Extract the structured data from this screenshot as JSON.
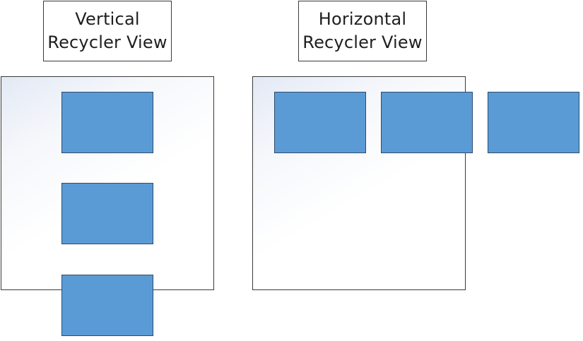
{
  "diagrams": {
    "vertical": {
      "title_line1": "Vertical",
      "title_line2": "Recycler View",
      "item_count": 3
    },
    "horizontal": {
      "title_line1": "Horizontal",
      "title_line2": "Recycler View",
      "item_count": 3
    }
  },
  "colors": {
    "item_fill": "#5b9bd5",
    "item_border": "#2f4b6b",
    "frame_border": "#3a3a3a"
  }
}
